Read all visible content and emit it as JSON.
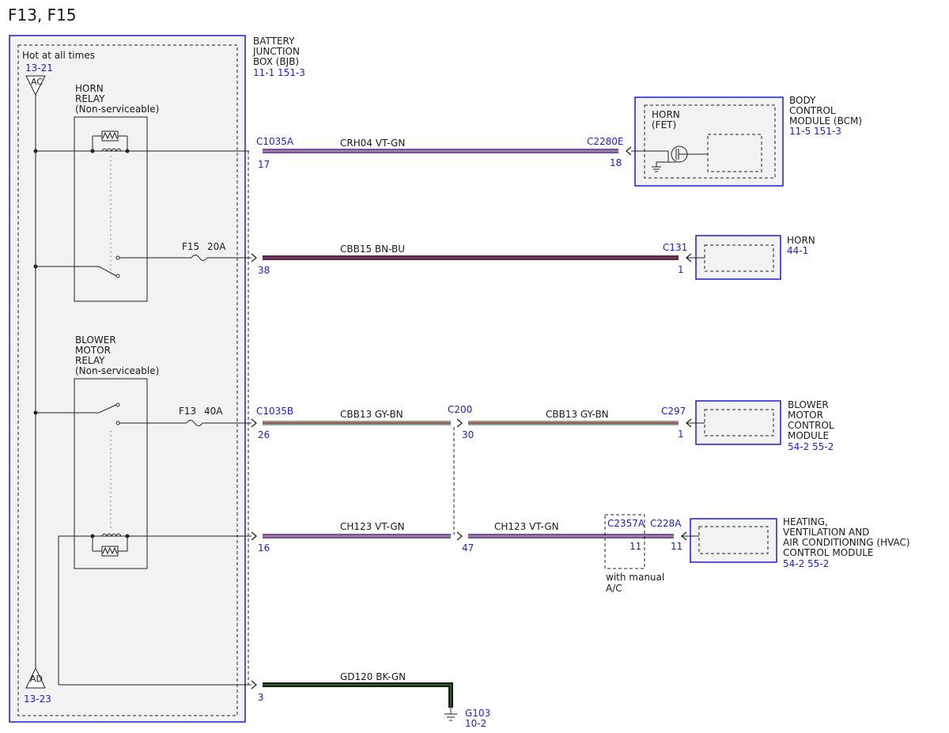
{
  "page_title": "F13, F15",
  "bjb": {
    "name": [
      "BATTERY",
      "JUNCTION",
      "BOX (BJB)"
    ],
    "refs": "11-1   151-3",
    "hot_label": "Hot at all times",
    "ref_top": "13-21",
    "term_top": "AC",
    "term_bottom": "AD",
    "ref_bottom": "13-23"
  },
  "horn_relay": {
    "label": [
      "HORN",
      "RELAY",
      "(Non-serviceable)"
    ]
  },
  "blower_relay": {
    "label": [
      "BLOWER",
      "MOTOR",
      "RELAY",
      "(Non-serviceable)"
    ]
  },
  "fuses": {
    "f15": {
      "name": "F15",
      "rating": "20A"
    },
    "f13": {
      "name": "F13",
      "rating": "40A"
    }
  },
  "circuits": [
    {
      "key": "crh04",
      "left_connector": "C1035A",
      "left_pin": "17",
      "wire": "CRH04  VT-GN",
      "right_connector": "C2280E",
      "right_pin": "18",
      "color_a": "#7a4fa0",
      "color_b": "#9a9a9a"
    },
    {
      "key": "cbb15",
      "left_connector": "",
      "left_pin": "38",
      "wire": "CBB15  BN-BU",
      "right_connector": "C131",
      "right_pin": "1",
      "color_a": "#7a1f24",
      "color_b": "#3a4db0"
    },
    {
      "key": "cbb13a",
      "left_connector": "C1035B",
      "left_pin": "26",
      "wire": "CBB13  GY-BN",
      "right_connector": "C200",
      "right_pin": "",
      "color_a": "#9a9a9a",
      "color_b": "#8a4a2a"
    },
    {
      "key": "cbb13b",
      "left_connector": "",
      "left_pin": "30",
      "wire": "CBB13  GY-BN",
      "right_connector": "C297",
      "right_pin": "1",
      "color_a": "#9a9a9a",
      "color_b": "#8a4a2a"
    },
    {
      "key": "ch123a",
      "left_connector": "",
      "left_pin": "16",
      "wire": "CH123  VT-GN",
      "right_connector": "",
      "right_pin": "",
      "color_a": "#7a4fa0",
      "color_b": "#9a9a9a"
    },
    {
      "key": "ch123b",
      "left_connector": "",
      "left_pin": "47",
      "wire": "CH123  VT-GN",
      "right_connector": "C228A",
      "right_pin": "11",
      "color_a": "#7a4fa0",
      "color_b": "#9a9a9a"
    },
    {
      "key": "gd120",
      "left_connector": "",
      "left_pin": "3",
      "wire": "GD120  BK-GN",
      "right_connector": "",
      "right_pin": "",
      "color_a": "#1a1a1a",
      "color_b": "#2a7a2a"
    }
  ],
  "c2357a": {
    "name": "C2357A",
    "pin": "11",
    "note": [
      "with manual",
      "A/C"
    ]
  },
  "modules": {
    "bcm": {
      "name": [
        "BODY",
        "CONTROL",
        "MODULE (BCM)"
      ],
      "refs": "11-5   151-3",
      "inner": [
        "HORN",
        "(FET)"
      ]
    },
    "horn": {
      "name": [
        "HORN"
      ],
      "refs": "44-1"
    },
    "blower": {
      "name": [
        "BLOWER",
        "MOTOR",
        "CONTROL",
        "MODULE"
      ],
      "refs": "54-2   55-2"
    },
    "hvac": {
      "name": [
        "HEATING,",
        "VENTILATION AND",
        "AIR CONDITIONING (HVAC)",
        "CONTROL MODULE"
      ],
      "refs": "54-2   55-2"
    }
  },
  "ground": {
    "name": "G103",
    "ref": "10-2"
  },
  "colors": {
    "connector_blue": "#1c1cd8",
    "panel_fill": "#f2f2f2"
  }
}
